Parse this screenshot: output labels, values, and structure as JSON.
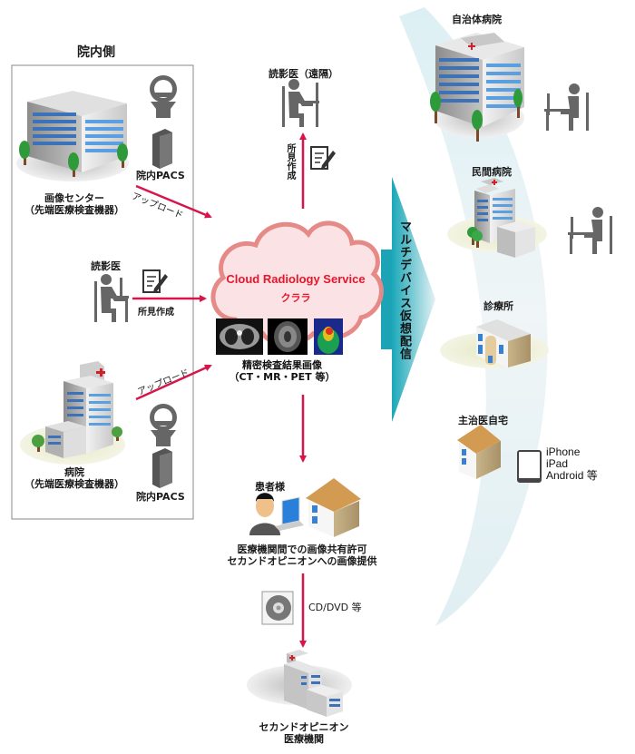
{
  "in_hospital": {
    "title": "院内側",
    "imaging_center": {
      "line1": "画像センター",
      "line2": "（先端医療検査機器）"
    },
    "pacs_top": "院内PACS",
    "upload_top": "アップロード",
    "radiologist": "読影医",
    "report_left": "所見作成",
    "upload_bottom": "アップロード",
    "hospital": {
      "line1": "病院",
      "line2": "（先端医療検査機器）"
    },
    "pacs_bottom": "院内PACS"
  },
  "remote_radiologist": {
    "label": "読影医（遠隔）",
    "report": "所見作成"
  },
  "cloud": {
    "service_name": "Cloud Radiology Service",
    "brand": "クララ",
    "images_caption_line1": "精密検査結果画像",
    "images_caption_line2": "（CT・MR・PET 等）",
    "thumbnails": [
      "CT",
      "MR",
      "PET"
    ]
  },
  "distribution": {
    "label": "マルチデバイス仮想配信"
  },
  "destinations": [
    {
      "label": "自治体病院"
    },
    {
      "label": "民間病院"
    },
    {
      "label": "診療所"
    },
    {
      "label": "主治医自宅"
    }
  ],
  "devices": {
    "line1": "iPhone",
    "line2": "iPad",
    "line3": "Android 等"
  },
  "patient": {
    "label": "患者様",
    "caption_line1": "医療機関間での画像共有許可",
    "caption_line2": "セカンドオピニオンへの画像提供",
    "media": "CD/DVD 等"
  },
  "second_opinion": {
    "line1": "セカンドオピニオン",
    "line2": "医療機関"
  },
  "colors": {
    "arrow": "#d6164a",
    "cloud_fill": "#fbe3e5",
    "cloud_stroke": "#e68a88",
    "cloud_text": "#e8152a",
    "teal": "#22aabb",
    "box_border": "#888888"
  }
}
